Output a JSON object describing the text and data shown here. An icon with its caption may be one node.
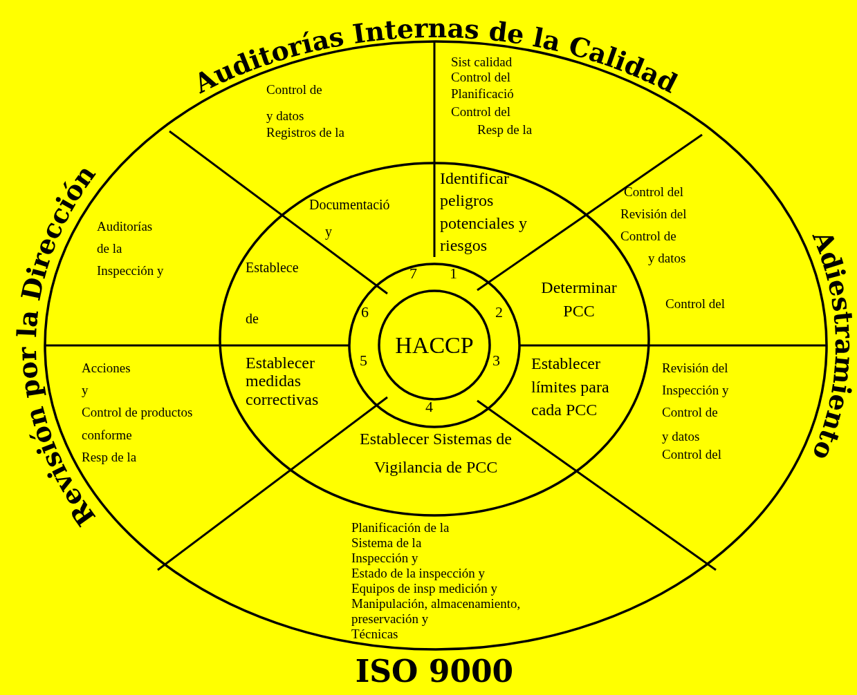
{
  "diagram": {
    "nodes": [
      {
        "text": [],
        "shape": "ellipse"
      },
      {
        "text": [],
        "shape": "ellipse",
        "in": 0
      },
      {
        "text": [],
        "shape": "ellipse",
        "in": 1
      },
      {
        "text": [
          "HACCP"
        ],
        "in": 2
      }
    ],
    "labels": [
      "Auditorías Internas de la Calidad",
      "Revisión por la Dirección",
      "Adiestramiento",
      "ISO 9000",
      "Control de",
      "y datos",
      "Registros de la",
      "Sist calidad",
      "Control del",
      "Planificació",
      "Control del",
      "Resp de la",
      "Control del",
      "Revisión del",
      "Control de",
      "y datos",
      "Control del",
      "Auditorías",
      "de la",
      "Inspección y",
      "Acciones",
      "y",
      "Control de productos",
      "conforme",
      "Resp de la",
      "Revisión del",
      "Inspección y",
      "Control de",
      "y datos",
      "Control del",
      "Planificación de la",
      "Sistema de la",
      "Inspección y",
      "Estado de la inspección y",
      "Equipos de insp medición y",
      "Manipulación, almacenamiento,",
      "preservación y",
      "Técnicas",
      "Identificar peligros potenciales y riesgos",
      "Documentació",
      "y",
      "Establece",
      "de",
      "Determinar PCC",
      "Establecer medidas correctivas",
      "Establecer límites para cada PCC",
      "Establecer Sistemas de Vigilancia de PCC",
      "1",
      "2",
      "3",
      "4",
      "5",
      "6",
      "7"
    ]
  }
}
